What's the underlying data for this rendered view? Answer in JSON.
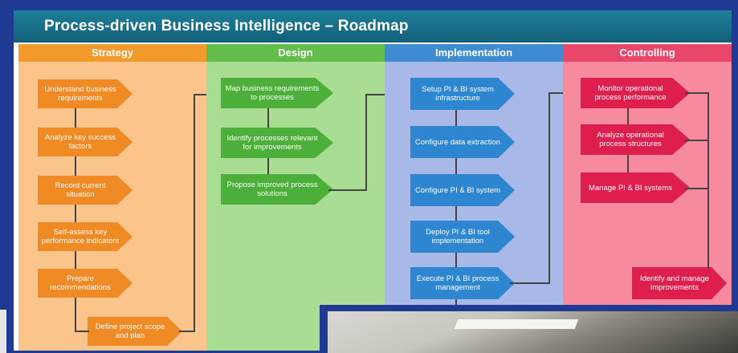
{
  "slide": {
    "title": "Process-driven Business Intelligence – Roadmap"
  },
  "columns": [
    {
      "id": "strategy",
      "label": "Strategy",
      "boxes": [
        "Understand business requirements",
        "Analyze key success factors",
        "Record current situation",
        "Self-assess key performance indicators",
        "Prepare recommendations",
        "Define project scope and plan"
      ]
    },
    {
      "id": "design",
      "label": "Design",
      "boxes": [
        "Map business requirements to processes",
        "Identify processes relevant for improvements",
        "Propose improved process solutions"
      ]
    },
    {
      "id": "implementation",
      "label": "Implementation",
      "boxes": [
        "Setup PI & BI system infrastructure",
        "Configure data extraction",
        "Configure PI & BI system",
        "Deploy PI & BI tool implementation",
        "Execute PI & BI process management"
      ]
    },
    {
      "id": "controlling",
      "label": "Controlling",
      "boxes": [
        "Monitor operational process performance",
        "Analyze operational process structures",
        "Manage PI & BI systems",
        "Identify and manage improvements"
      ]
    }
  ],
  "colors": {
    "title_bar": "#125f78",
    "strategy": "#f39a2c",
    "design": "#62bd4a",
    "implementation": "#3f8bd2",
    "controlling": "#e8466a",
    "frame": "#1f3a93"
  }
}
